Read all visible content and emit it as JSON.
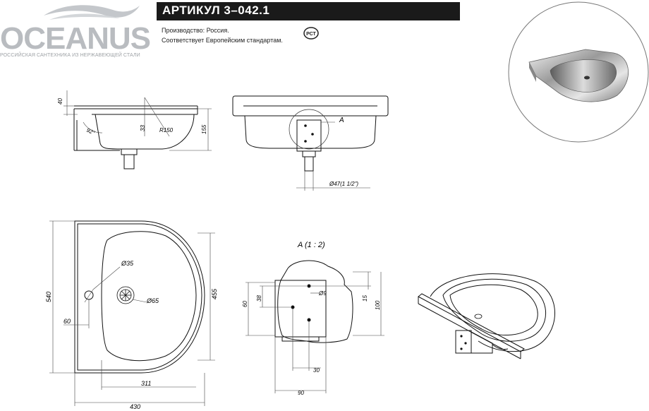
{
  "brand": {
    "logo_name": "OCEANUS",
    "tagline": "РОССИЙСКАЯ САНТЕХНИКА ИЗ НЕРЖАВЕЮЩЕЙ СТАЛИ"
  },
  "header": {
    "title": "АРТИКУЛ 3–042.1",
    "line1": "Производство: Россия.",
    "line2": "Соответствует Европейским стандартам.",
    "cert_mark": "РСТ"
  },
  "dimensions": {
    "side_height_top": "40",
    "side_angle": "92°",
    "side_depth": "33",
    "side_radius": "R150",
    "side_total_height": "155",
    "front_detail_label": "A",
    "drain_diameter": "Ø47(1 1/2\")",
    "plan_width_total": "540",
    "plan_depth_inner": "455",
    "plan_hole_diameter": "Ø35",
    "plan_drain_diameter": "Ø65",
    "plan_hole_offset": "60",
    "plan_inner_length": "311",
    "plan_total_length": "430",
    "detail_title": "A (1 : 2)",
    "detail_60": "60",
    "detail_38": "38",
    "detail_hole": "Ø9",
    "detail_15": "15",
    "detail_100": "100",
    "detail_30": "30",
    "detail_90": "90"
  }
}
